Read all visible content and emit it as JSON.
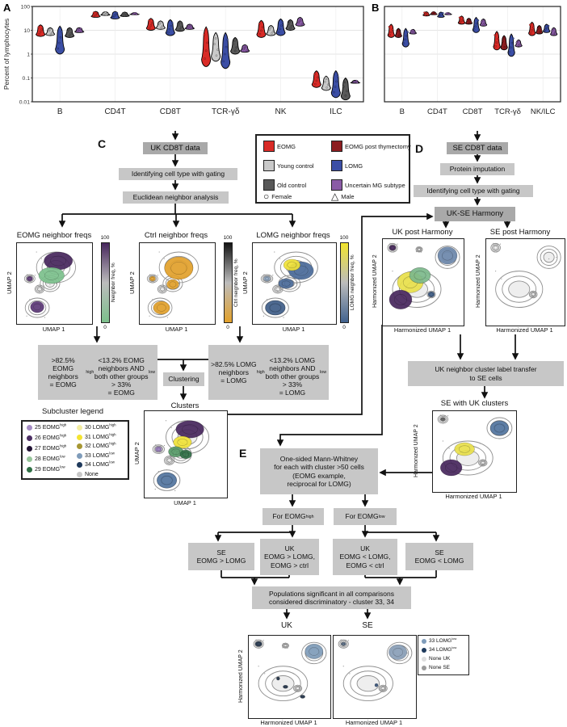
{
  "labels": {
    "umap1": "UMAP 1",
    "umap2": "UMAP 2",
    "h_umap1": "Harmonized UMAP 1",
    "h_umap2": "Harmonized UMAP 2",
    "cb_100": "100",
    "cb_0": "0"
  },
  "group_legend": {
    "col1": [
      {
        "label": "EOMG",
        "color": "#d92b27"
      },
      {
        "label": "Young control",
        "color": "#c9c9c9"
      },
      {
        "label": "Old control",
        "color": "#595959"
      }
    ],
    "col2": [
      {
        "label": "EOMG post thymectomy",
        "color": "#8c1d20"
      },
      {
        "label": "LOMG",
        "color": "#3b4ea5"
      },
      {
        "label": "Uncertain MG subtype",
        "color": "#8a5ba6"
      }
    ],
    "shapes": [
      {
        "label": "Female",
        "shape": "circle"
      },
      {
        "label": "Male",
        "shape": "triangle"
      }
    ]
  },
  "flow": {
    "a_label": "A",
    "b_label": "B",
    "c_label": "C",
    "d_label": "D",
    "e_label": "E",
    "uk_data": "UK CD8T data",
    "gating1": "Identifying cell type with gating",
    "euclidean": "Euclidean neighbor analysis",
    "se_data": "SE CD8T data",
    "imputation": "Protein imputation",
    "gating2": "Identifying cell type with gating",
    "harmony": "UK-SE Harmony",
    "criteria_eomg": ">82.5% EOMG neighbors\n= EOMG^{high}\n<13.2% EOMG neighbors AND\nboth other groups > 33%\n= EOMG^{low}",
    "clustering": "Clustering",
    "clusters": "Clusters",
    "criteria_lomg": ">82.5% LOMG neighbors\n= LOMG^{high}\n<13.2% LOMG neighbors AND\nboth other groups > 33%\n= LOMG^{low}",
    "transfer": "UK neighbor cluster label transfer\nto SE cells",
    "mann_whitney": "One-sided Mann-Whitney\nfor each with cluster >50 cells\n(EOMG example,\nreciprocal for LOMG)",
    "for_high": "For EOMG^{high}",
    "for_low": "For EOMG^{low}",
    "se_gt": "SE\nEOMG > LOMG",
    "uk_gt": "UK\nEOMG > LOMG,\nEOMG > ctrl",
    "uk_lt": "UK\nEOMG < LOMG,\nEOMG < ctrl",
    "se_lt": "SE\nEOMG < LOMG",
    "populations": "Populations significant in all comparisons\nconsidered discriminatory - cluster 33, 34",
    "uk": "UK",
    "se": "SE"
  },
  "umaps": {
    "eomg": {
      "title": "EOMG neighbor freqs",
      "cb_label": "Neighbor freq, %"
    },
    "ctrl": {
      "title": "Ctrl neighbor freqs",
      "cb_label": "Ctrl neighbor freq, %"
    },
    "lomg": {
      "title": "LOMG neighbor freqs",
      "cb_label": "LOMG neighbor freq, %"
    },
    "uk_post": {
      "title": "UK post Harmony"
    },
    "se_post": {
      "title": "SE post Harmony"
    },
    "se_with": {
      "title": "SE with UK clusters"
    }
  },
  "colorbars": {
    "eomg": [
      "#46265c",
      "#bcbcbc",
      "#7cc08c"
    ],
    "ctrl": [
      "#141414",
      "#bcbcbc",
      "#e2a12b"
    ],
    "lomg": [
      "#f2e52e",
      "#bcbcbc",
      "#41628e"
    ]
  },
  "subcluster_legend": {
    "title": "Subcluster legend",
    "col1": [
      {
        "label": "25 EOMG^{high}",
        "color": "#a58cc4"
      },
      {
        "label": "26 EOMG^{high}",
        "color": "#4b2e63"
      },
      {
        "label": "27 EOMG^{high}",
        "color": "#211233"
      },
      {
        "label": "28 EOMG^{low}",
        "color": "#97c69b"
      },
      {
        "label": "29 EOMG^{low}",
        "color": "#2f6f45"
      }
    ],
    "col2": [
      {
        "label": "30 LOMG^{high}",
        "color": "#f3eda1"
      },
      {
        "label": "31 LOMG^{high}",
        "color": "#f4e431"
      },
      {
        "label": "32 LOMG^{high}",
        "color": "#a79733"
      },
      {
        "label": "33 LOMG^{low}",
        "color": "#7f9cba"
      },
      {
        "label": "34 LOMG^{low}",
        "color": "#1f3a5c"
      },
      {
        "label": "None",
        "color": "#c8c8c8"
      }
    ]
  },
  "final_legend": [
    {
      "label": "33 LOMG^{low}",
      "color": "#7f9cba"
    },
    {
      "label": "34 LOMG^{low}",
      "color": "#1f3a5c"
    },
    {
      "label": "None UK",
      "color": "#dedede"
    },
    {
      "label": "None SE",
      "color": "#9b9b9b"
    }
  ],
  "chart_data": [
    {
      "type": "violin",
      "panel": "A",
      "ylabel": "Percent of lymphocytes",
      "yscale": "log",
      "ylim": [
        0.01,
        100
      ],
      "yticks": [
        "100",
        "10",
        "1",
        "0.1",
        "0.01"
      ],
      "categories": [
        "B",
        "CD4T",
        "CD8T",
        "TCR-γδ",
        "NK",
        "ILC"
      ],
      "series": [
        {
          "name": "EOMG",
          "color": "#d92b27",
          "low": [
            5.5,
            35,
            10,
            0.3,
            5,
            0.04
          ],
          "mid": [
            10,
            47,
            18,
            2.5,
            10,
            0.12
          ],
          "high": [
            17,
            62,
            32,
            14,
            26,
            0.2
          ]
        },
        {
          "name": "Young control",
          "color": "#c9c9c9",
          "low": [
            6,
            42,
            11,
            0.5,
            6,
            0.03
          ],
          "mid": [
            9,
            52,
            17,
            2,
            10,
            0.07
          ],
          "high": [
            13,
            60,
            25,
            8,
            16,
            0.12
          ]
        },
        {
          "name": "LOMG",
          "color": "#3b4ea5",
          "low": [
            1,
            30,
            6,
            0.25,
            6,
            0.015
          ],
          "mid": [
            8,
            50,
            16,
            2.2,
            15,
            0.05
          ],
          "high": [
            15,
            62,
            28,
            8,
            30,
            0.2
          ]
        },
        {
          "name": "Old control",
          "color": "#595959",
          "low": [
            5,
            38,
            9,
            1,
            10,
            0.012
          ],
          "mid": [
            9,
            48,
            15,
            2.2,
            18,
            0.05
          ],
          "high": [
            13,
            58,
            25,
            5,
            28,
            0.1
          ]
        },
        {
          "name": "Uncertain MG subtype",
          "color": "#8a5ba6",
          "low": [
            8,
            45,
            11,
            1.2,
            15,
            0.06
          ],
          "mid": [
            11,
            50,
            14,
            1.5,
            25,
            0.07
          ],
          "high": [
            13,
            55,
            18,
            2.5,
            35,
            0.08
          ]
        }
      ]
    },
    {
      "type": "violin",
      "panel": "B",
      "ylabel": "",
      "yscale": "log",
      "ylim": [
        0.01,
        100
      ],
      "yticks": [],
      "categories": [
        "B",
        "CD4T",
        "CD8T",
        "TCR-γδ",
        "NK/ILC"
      ],
      "series": [
        {
          "name": "EOMG",
          "color": "#d92b27",
          "low": [
            5,
            40,
            18,
            1.5,
            6
          ],
          "mid": [
            10,
            50,
            28,
            4,
            12
          ],
          "high": [
            18,
            60,
            40,
            9,
            22
          ]
        },
        {
          "name": "EOMG post thymectomy",
          "color": "#8c1d20",
          "low": [
            5,
            45,
            18,
            1.5,
            7
          ],
          "mid": [
            8,
            52,
            25,
            3.5,
            11
          ],
          "high": [
            12,
            60,
            32,
            6,
            16
          ]
        },
        {
          "name": "LOMG",
          "color": "#3b4ea5",
          "low": [
            2,
            35,
            8,
            0.8,
            8
          ],
          "mid": [
            6,
            48,
            20,
            2.5,
            13
          ],
          "high": [
            12,
            58,
            35,
            7,
            18
          ]
        },
        {
          "name": "Uncertain MG subtype",
          "color": "#8a5ba6",
          "low": [
            7,
            45,
            15,
            2,
            6
          ],
          "mid": [
            9,
            50,
            22,
            2.8,
            9
          ],
          "high": [
            11,
            55,
            30,
            4,
            13
          ]
        }
      ]
    },
    {
      "type": "umap_set",
      "plots": {
        "umap-eomg": {
          "blobs": [
            [
              52,
              30,
              26,
              19
            ],
            [
              44,
              50,
              13,
              10
            ],
            [
              17,
              44,
              7,
              5
            ],
            [
              30,
              57,
              6,
              5
            ],
            [
              27,
              80,
              16,
              12
            ]
          ],
          "patches": [
            [
              55,
              22,
              19,
              11,
              "#46265c"
            ],
            [
              46,
              40,
              17,
              10,
              "#7cc08c"
            ],
            [
              27,
              79,
              9,
              7,
              "#5d3a78"
            ],
            [
              17,
              44,
              4,
              3,
              "#5d3a78"
            ]
          ]
        },
        "umap-ctrl": {
          "blobs": [
            [
              52,
              30,
              26,
              19
            ],
            [
              44,
              50,
              13,
              10
            ],
            [
              17,
              44,
              7,
              5
            ],
            [
              30,
              57,
              6,
              5
            ],
            [
              27,
              80,
              16,
              12
            ]
          ],
          "patches": [
            [
              52,
              31,
              19,
              14,
              "#e2a12b"
            ],
            [
              29,
              80,
              11,
              8,
              "#e2a12b"
            ],
            [
              17,
              44,
              4,
              3,
              "#e2a12b"
            ],
            [
              44,
              51,
              8,
              6,
              "#e2a12b"
            ]
          ]
        },
        "umap-lomg": {
          "blobs": [
            [
              52,
              30,
              26,
              19
            ],
            [
              44,
              50,
              13,
              10
            ],
            [
              17,
              44,
              7,
              5
            ],
            [
              30,
              57,
              6,
              5
            ],
            [
              27,
              80,
              16,
              12
            ]
          ],
          "patches": [
            [
              58,
              34,
              15,
              11,
              "#4a6a99"
            ],
            [
              47,
              27,
              10,
              7,
              "#f0e237"
            ],
            [
              40,
              50,
              9,
              6,
              "#4a6a99"
            ],
            [
              27,
              80,
              12,
              9,
              "#3f5d88"
            ],
            [
              17,
              44,
              4,
              3,
              "#8fa6c0"
            ]
          ]
        },
        "umap-clusters": {
          "blobs": [
            [
              52,
              30,
              26,
              19
            ],
            [
              44,
              50,
              13,
              10
            ],
            [
              17,
              44,
              7,
              5
            ],
            [
              30,
              57,
              6,
              5
            ],
            [
              27,
              80,
              16,
              12
            ]
          ],
          "patches": [
            [
              55,
              21,
              17,
              10,
              "#46265c"
            ],
            [
              46,
              36,
              11,
              7,
              "#f0e237"
            ],
            [
              38,
              47,
              9,
              6,
              "#579a68"
            ],
            [
              50,
              50,
              7,
              5,
              "#2f6f45"
            ],
            [
              27,
              80,
              12,
              9,
              "#51749e"
            ],
            [
              17,
              44,
              4,
              3,
              "#9b7fc0"
            ]
          ]
        },
        "umap-uk-post": {
          "blobs": [
            [
              42,
              58,
              30,
              21
            ],
            [
              80,
              21,
              15,
              13
            ],
            [
              12,
              10,
              6,
              5
            ],
            [
              60,
              64,
              5,
              4
            ],
            [
              45,
              12,
              4,
              3
            ]
          ],
          "patches": [
            [
              34,
              50,
              16,
              12,
              "#e8df4a"
            ],
            [
              46,
              42,
              13,
              9,
              "#7cb98b"
            ],
            [
              22,
              70,
              14,
              11,
              "#46265c"
            ],
            [
              80,
              19,
              12,
              10,
              "#6d88ab"
            ],
            [
              12,
              10,
              4,
              3,
              "#46265c"
            ],
            [
              60,
              64,
              4,
              3,
              "#3f5d88"
            ]
          ]
        },
        "umap-se-post": {
          "blobs": [
            [
              42,
              58,
              30,
              21
            ],
            [
              80,
              21,
              15,
              13
            ],
            [
              12,
              10,
              6,
              5
            ],
            [
              60,
              64,
              5,
              4
            ]
          ],
          "patches": []
        },
        "umap-se-with": {
          "blobs": [
            [
              42,
              58,
              30,
              21
            ],
            [
              80,
              21,
              15,
              13
            ],
            [
              12,
              10,
              6,
              5
            ],
            [
              60,
              64,
              5,
              4
            ]
          ],
          "patches": [
            [
              22,
              70,
              13,
              10,
              "#46265c"
            ],
            [
              38,
              47,
              12,
              8,
              "#e8df4a"
            ],
            [
              80,
              21,
              11,
              9,
              "#51749e"
            ],
            [
              12,
              10,
              3,
              2,
              "#6a6a6a"
            ]
          ]
        },
        "umap-final-uk": {
          "blobs": [
            [
              42,
              58,
              30,
              21
            ],
            [
              80,
              21,
              15,
              13
            ],
            [
              12,
              10,
              6,
              5
            ],
            [
              60,
              64,
              5,
              4
            ],
            [
              45,
              12,
              4,
              3
            ]
          ],
          "patches": [
            [
              80,
              19,
              11,
              9,
              "#7f9cba"
            ],
            [
              12,
              10,
              4,
              3,
              "#24364e"
            ],
            [
              45,
              62,
              3,
              2,
              "#24364e"
            ],
            [
              66,
              74,
              3,
              2,
              "#24364e"
            ],
            [
              36,
              52,
              2,
              2,
              "#24364e"
            ]
          ]
        },
        "umap-final-se": {
          "blobs": [
            [
              42,
              58,
              30,
              21
            ],
            [
              80,
              21,
              15,
              13
            ],
            [
              12,
              10,
              6,
              5
            ],
            [
              60,
              64,
              5,
              4
            ]
          ],
          "patches": [
            [
              78,
              20,
              11,
              9,
              "#8aa0b8"
            ],
            [
              12,
              10,
              3,
              2,
              "#5e738c"
            ],
            [
              52,
              60,
              2,
              2,
              "#3f5d88"
            ]
          ]
        }
      }
    }
  ]
}
